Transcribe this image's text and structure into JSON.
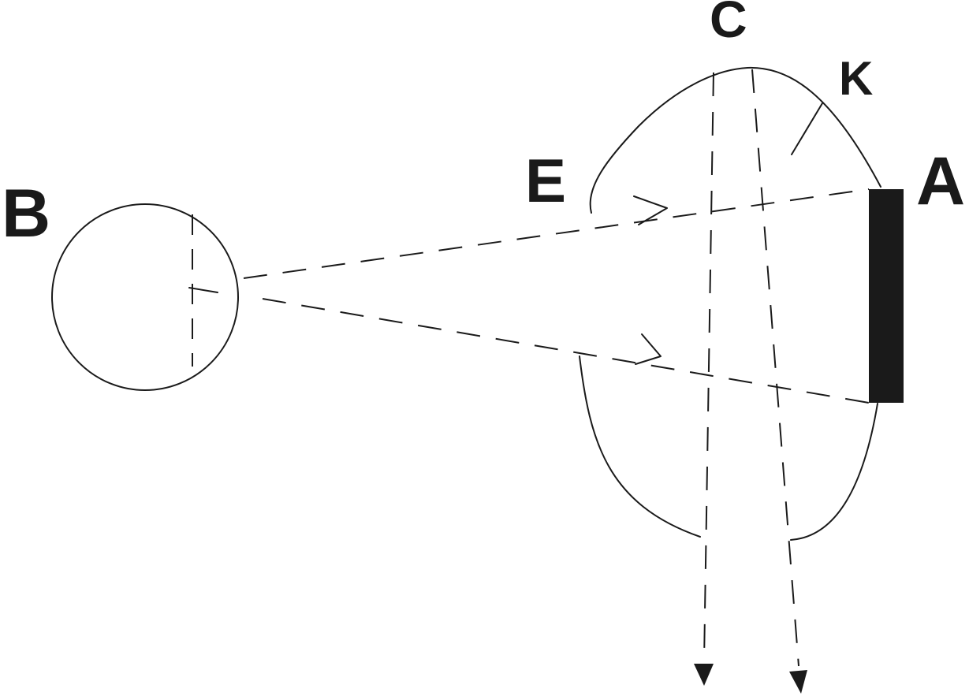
{
  "labels": {
    "b": "B",
    "e": "E",
    "c": "C",
    "k": "K",
    "a": "A"
  },
  "colors": {
    "ink": "#1a1a1a",
    "background": "#ffffff"
  }
}
